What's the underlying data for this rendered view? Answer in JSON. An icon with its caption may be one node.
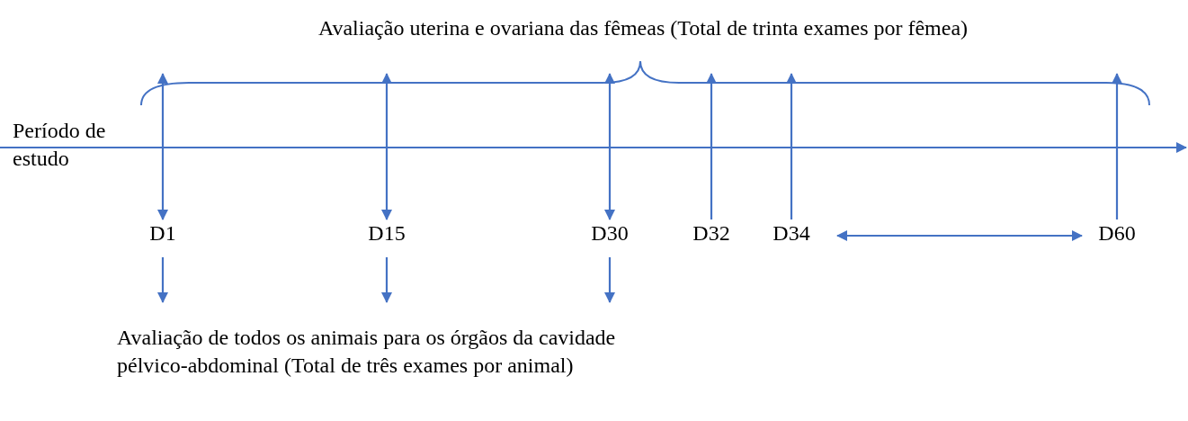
{
  "diagram": {
    "nodes": [
      {
        "text": [
          "Avaliação uterina e ovariana das fêmeas (Total de trinta exames por fêmea)"
        ]
      },
      {
        "text": [
          "Período de estudo"
        ]
      },
      {
        "text": [
          "D1"
        ]
      },
      {
        "text": [
          "D15"
        ]
      },
      {
        "text": [
          "D30"
        ]
      },
      {
        "text": [
          "D32"
        ]
      },
      {
        "text": [
          "D34"
        ]
      },
      {
        "text": [
          "D60"
        ]
      },
      {
        "text": [
          "Avaliação de todos os animais para os órgãos da cavidade pélvico-abdominal (Total de três exames por animal)"
        ]
      }
    ],
    "edges": [
      {
        "from": 0,
        "to": 2,
        "arrow": "both"
      },
      {
        "from": 0,
        "to": 3,
        "arrow": "both"
      },
      {
        "from": 0,
        "to": 4,
        "arrow": "both"
      },
      {
        "from": 5,
        "to": 0,
        "arrow": "to"
      },
      {
        "from": 6,
        "to": 0,
        "arrow": "to"
      },
      {
        "from": 7,
        "to": 0,
        "arrow": "to"
      },
      {
        "from": 2,
        "to": 8,
        "arrow": "to"
      },
      {
        "from": 3,
        "to": 8,
        "arrow": "to"
      },
      {
        "from": 4,
        "to": 8,
        "arrow": "to"
      },
      {
        "from": 6,
        "to": 7,
        "arrow": "both"
      }
    ]
  }
}
